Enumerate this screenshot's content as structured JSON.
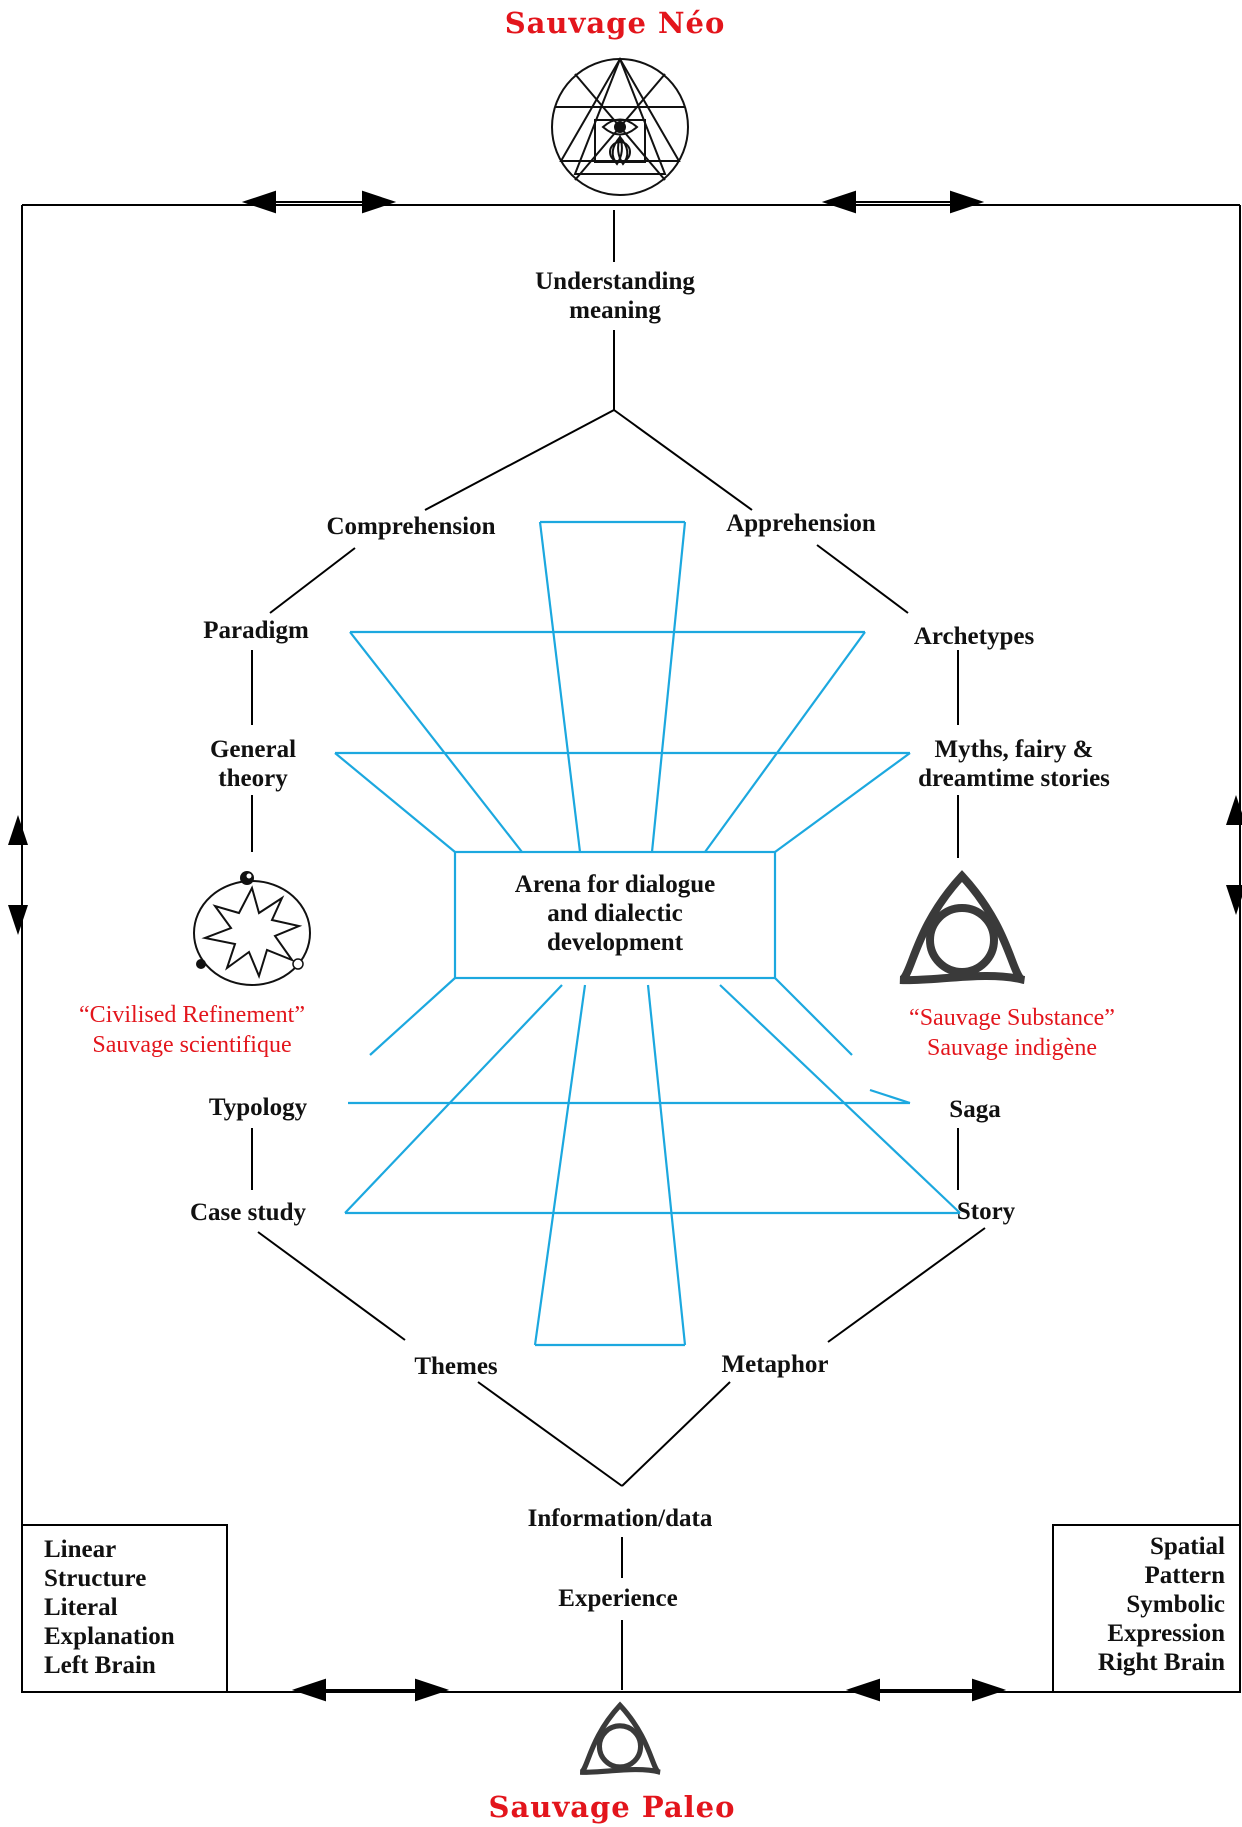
{
  "titles": {
    "top": "Sauvage Néo",
    "bottom": "Sauvage Paleo"
  },
  "center_box": [
    "Arena for dialogue",
    "and dialectic",
    "development"
  ],
  "top_node": [
    "Understanding",
    "meaning"
  ],
  "left_branch": {
    "comprehension": "Comprehension",
    "paradigm": "Paradigm",
    "general_theory": [
      "General",
      "theory"
    ],
    "quote": [
      "“Civilised Refinement”",
      "Sauvage scientifique"
    ],
    "typology": "Typology",
    "case_study": "Case study",
    "themes": "Themes"
  },
  "right_branch": {
    "apprehension": "Apprehension",
    "archetypes": "Archetypes",
    "myths": [
      "Myths, fairy &",
      "dreamtime stories"
    ],
    "quote": [
      "“Sauvage Substance”",
      "Sauvage indigène"
    ],
    "saga": "Saga",
    "story": "Story",
    "metaphor": "Metaphor"
  },
  "bottom_nodes": {
    "information": "Information/data",
    "experience": "Experience"
  },
  "left_panel": [
    "Linear",
    "Structure",
    "Literal",
    "Explanation",
    "Left Brain"
  ],
  "right_panel": [
    "Spatial",
    "Pattern",
    "Symbolic",
    "Expression",
    "Right Brain"
  ],
  "colors": {
    "red": "#e3151c",
    "blue": "#1ca8df",
    "black": "#111111",
    "icon_gray": "#3a3a3a"
  },
  "icons": {
    "top": "enneagram-eye-triquetra-icon",
    "left": "yin-yang-compass-star-icon",
    "right": "triquetra-circle-icon",
    "bottom": "triquetra-circle-icon"
  }
}
